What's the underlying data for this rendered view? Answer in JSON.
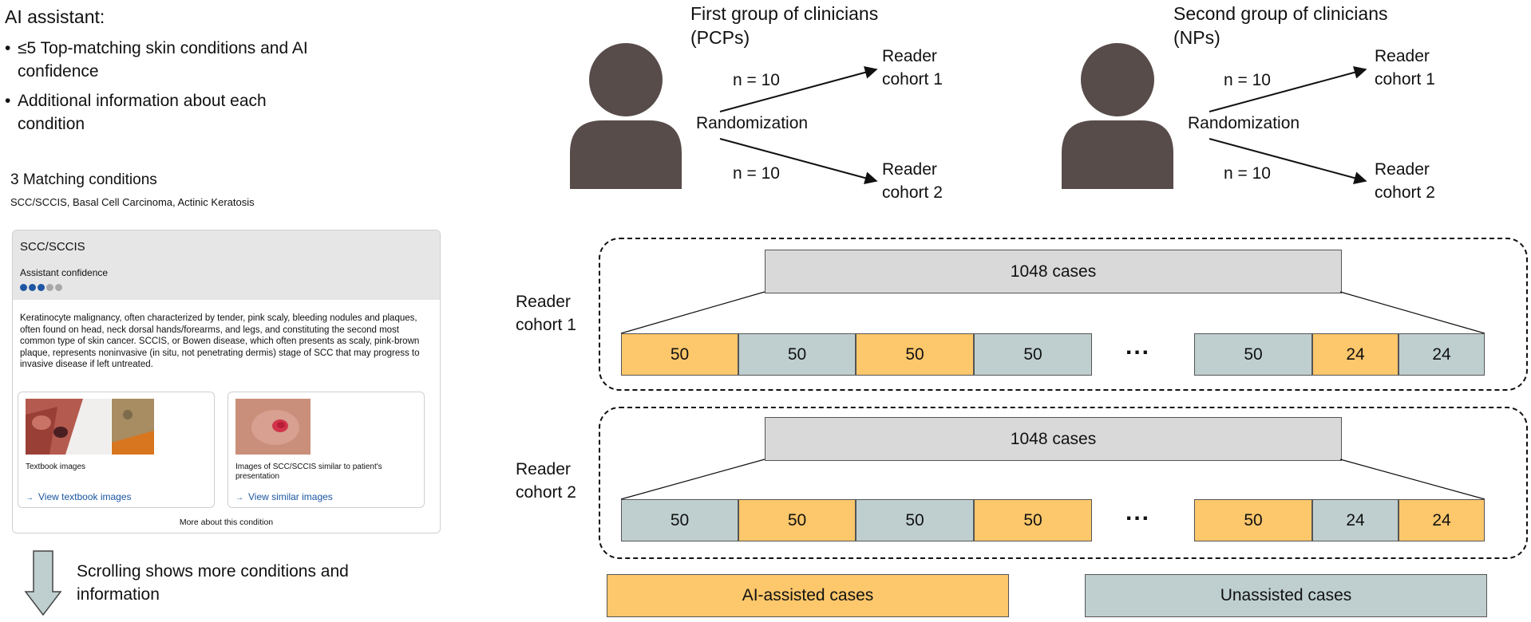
{
  "left_panel": {
    "title": "AI assistant:",
    "bullets": [
      {
        "symbol": "•",
        "text": "≤5 Top-matching skin conditions and AI confidence"
      },
      {
        "symbol": "•",
        "text": "Additional information about each condition"
      }
    ],
    "matching_heading": "3 Matching conditions",
    "matching_list": "SCC/SCCIS, Basal Cell Carcinoma, Actinic Keratosis",
    "card": {
      "title": "SCC/SCCIS",
      "confidence_label": "Assistant confidence",
      "confidence_level": 3,
      "confidence_max": 5,
      "description": "Keratinocyte malignancy, often characterized by tender, pink scaly, bleeding nodules and plaques, often found on head, neck dorsal hands/forearms, and legs, and constituting the second most common type of skin cancer. SCCIS, or Bowen disease, which often presents as scaly, pink-brown plaque, represents noninvasive (in situ, not penetrating dermis) stage of SCC that may progress to invasive disease if left untreated.",
      "image_cards": [
        {
          "caption": "Textbook images",
          "link": "View textbook images"
        },
        {
          "caption": "Images of SCC/SCCIS similar to patient's presentation",
          "link": "View similar images"
        }
      ],
      "more_link": "More about this condition"
    },
    "scroll_text": "Scrolling shows more conditions and information"
  },
  "groups": [
    {
      "title_line1": "First group of clinicians",
      "title_line2": "(PCPs)",
      "randomization": "Randomization",
      "n_top": "n = 10",
      "n_bottom": "n = 10",
      "cohort_top_line1": "Reader",
      "cohort_top_line2": "cohort 1",
      "cohort_bottom_line1": "Reader",
      "cohort_bottom_line2": "cohort 2"
    },
    {
      "title_line1": "Second group of clinicians",
      "title_line2": "(NPs)",
      "randomization": "Randomization",
      "n_top": "n = 10",
      "n_bottom": "n = 10",
      "cohort_top_line1": "Reader",
      "cohort_top_line2": "cohort 1",
      "cohort_bottom_line1": "Reader",
      "cohort_bottom_line2": "cohort 2"
    }
  ],
  "cohorts": [
    {
      "label_line1": "Reader",
      "label_line2": "cohort 1",
      "total_label": "1048 cases",
      "ellipsis": "...",
      "segments": [
        {
          "value": "50",
          "type": "ai"
        },
        {
          "value": "50",
          "type": "unassisted"
        },
        {
          "value": "50",
          "type": "ai"
        },
        {
          "value": "50",
          "type": "unassisted"
        },
        {
          "value": "50",
          "type": "unassisted"
        },
        {
          "value": "24",
          "type": "ai"
        },
        {
          "value": "24",
          "type": "unassisted"
        }
      ]
    },
    {
      "label_line1": "Reader",
      "label_line2": "cohort 2",
      "total_label": "1048 cases",
      "ellipsis": "...",
      "segments": [
        {
          "value": "50",
          "type": "unassisted"
        },
        {
          "value": "50",
          "type": "ai"
        },
        {
          "value": "50",
          "type": "unassisted"
        },
        {
          "value": "50",
          "type": "ai"
        },
        {
          "value": "50",
          "type": "ai"
        },
        {
          "value": "24",
          "type": "unassisted"
        },
        {
          "value": "24",
          "type": "ai"
        }
      ]
    }
  ],
  "legend": {
    "ai_label": "AI-assisted cases",
    "unassisted_label": "Unassisted cases"
  },
  "colors": {
    "ai": "#fdc76b",
    "unassisted": "#bfcfd0",
    "person": "#574c4a",
    "case_total": "#d9d9d9",
    "confidence_on": "#1f56a3",
    "confidence_off": "#a8a8a8"
  },
  "icons": {
    "person": "person-silhouette-icon",
    "scroll": "down-arrow-icon",
    "link": "link-arrow-icon"
  }
}
